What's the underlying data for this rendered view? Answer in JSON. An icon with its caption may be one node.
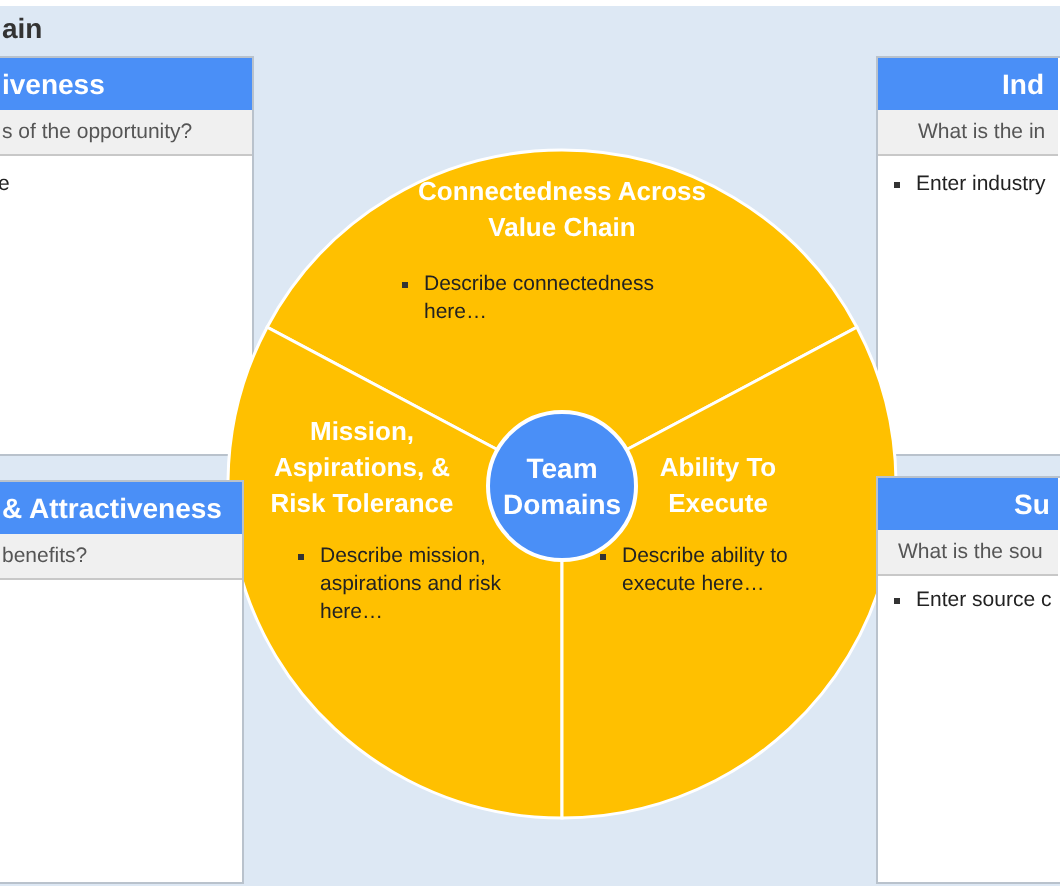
{
  "diagram": {
    "nodes": [
      {
        "text": [
          "iveness",
          "s of the opportunity?",
          "e"
        ]
      },
      {
        "text": [
          "Connectedness Across Value Chain",
          "Describe connectedness here…"
        ]
      },
      {
        "text": [
          "Ind",
          "What is the in",
          "Enter industry"
        ]
      },
      {
        "text": [
          "Mission, Aspirations, & Risk Tolerance",
          "Describe mission, aspirations and risk here…"
        ]
      },
      {
        "text": [
          "Team Domains"
        ]
      },
      {
        "text": [
          "Ability To Execute",
          "Describe ability to execute here…"
        ]
      },
      {
        "text": [
          "& Attractiveness",
          "benefits?"
        ]
      },
      {
        "text": [
          "Su",
          "What is the sou",
          "Enter source c"
        ]
      }
    ],
    "title": "ain"
  }
}
